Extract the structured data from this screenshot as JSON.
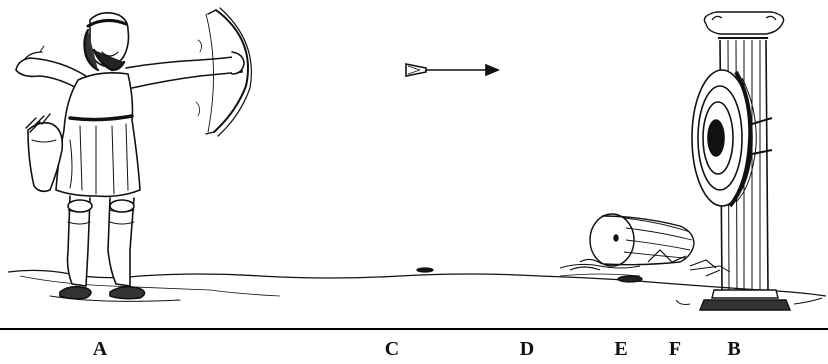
{
  "labels": {
    "a": "A",
    "c": "C",
    "d": "D",
    "e": "E",
    "f": "F",
    "b": "B"
  },
  "illustration": {
    "figures": [
      "archer-icon",
      "bow-icon",
      "arrow-icon",
      "target-icon",
      "column-icon",
      "fallen-column-icon"
    ],
    "colors": {
      "background": "#ffffff",
      "ink": "#111111",
      "baseline": "#000000"
    }
  }
}
